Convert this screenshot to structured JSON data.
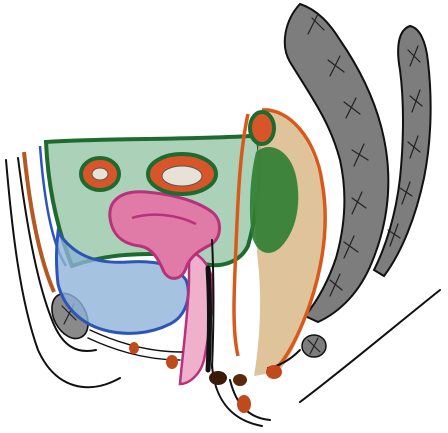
{
  "figure": {
    "kind": "pelvic sagittal section (hand-colored sketch)",
    "labels": []
  },
  "colors": {
    "background": "#ffffff",
    "bone": "#7d7d7d",
    "bone_dark": "#5b5b5b",
    "peritoneal_fat": "#8fc1a0",
    "peritoneum_line": "#1f6b2f",
    "bladder": "#8fb4d8",
    "bladder_line": "#2d55b8",
    "uterus": "#e07aa6",
    "uterus_line": "#b8327b",
    "vagina_fill": "#f0b0cc",
    "rectum_tissue": "#d9b98a",
    "rectum_line": "#d85a1a",
    "ovary_fill": "#d8552a",
    "ovary_ring": "#1f6b2f",
    "ligament": "#b35a22",
    "muscle_black": "#111111",
    "pubic_bone": "#8a8a8a"
  },
  "structures": [
    {
      "name": "sacrum",
      "icon": "bone-hatched"
    },
    {
      "name": "coccyx",
      "icon": "bone-hatched"
    },
    {
      "name": "pubic-symphysis",
      "icon": "bone-hatched"
    },
    {
      "name": "peritoneal-cavity",
      "icon": "green-region"
    },
    {
      "name": "bladder",
      "icon": "blue-sac"
    },
    {
      "name": "uterus",
      "icon": "pink-organ"
    },
    {
      "name": "vagina",
      "icon": "pink-tube"
    },
    {
      "name": "rectum",
      "icon": "orange-tube"
    },
    {
      "name": "ovaries",
      "icon": "red-ovals"
    },
    {
      "name": "perineal-body",
      "icon": "black-line"
    }
  ]
}
